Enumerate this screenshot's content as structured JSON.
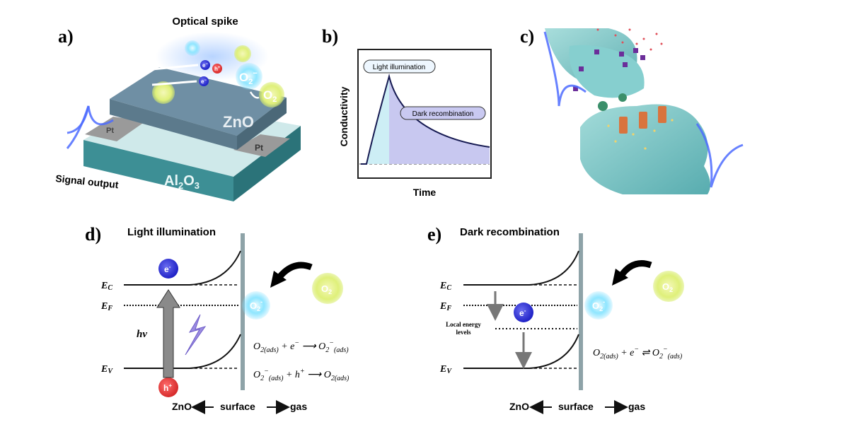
{
  "panels": {
    "a": {
      "label": "a)",
      "title": "Optical spike",
      "signal": "Signal output",
      "zno": "ZnO",
      "pt_left": "Pt",
      "pt_right": "Pt",
      "al": "Al",
      "al_sub": "2",
      "al_o": "O",
      "al_o_sub": "3",
      "o2": "O",
      "o2_sub": "2",
      "o2minus": "O",
      "o2minus_sub": "2",
      "o2minus_sup": "−",
      "e": "e",
      "e_sup": "−",
      "h": "h",
      "h_sup": "+"
    },
    "b": {
      "label": "b)",
      "ylabel": "Conductivity",
      "xlabel": "Time",
      "light": "Light illumination",
      "dark": "Dark recombination"
    },
    "c": {
      "label": "c)"
    },
    "d": {
      "label": "d)",
      "title": "Light illumination",
      "ec": "E",
      "ec_sub": "C",
      "ef": "E",
      "ef_sub": "F",
      "ev": "E",
      "ev_sub": "V",
      "hv": "hν",
      "electron": "e",
      "electron_sup": "-",
      "hole": "h",
      "hole_sup": "+",
      "o2": "O",
      "o2_sub": "2",
      "o2minus": "O",
      "o2minus_sub": "2",
      "o2minus_sup": "-",
      "eq1": {
        "a": "O",
        "a_sub": "2(ads)",
        "plus": " + e",
        "plus_sup": "−",
        "arrow": " ⟶ O",
        "b_sub": "2",
        "b_sup": "−",
        "b_sub2": "(ads)"
      },
      "eq2": {
        "a": "O",
        "a_sub": "2",
        "a_sup": "−",
        "a_sub2": "(ads)",
        "plus": " + h",
        "plus_sup": "+",
        "arrow": " ⟶ O",
        "b_sub": "2(ads)"
      },
      "axis_left": "ZnO",
      "axis_mid": "surface",
      "axis_right": "gas"
    },
    "e": {
      "label": "e)",
      "title": "Dark recombination",
      "ec": "E",
      "ec_sub": "C",
      "ef": "E",
      "ef_sub": "F",
      "ev": "E",
      "ev_sub": "V",
      "local1": "Local energy",
      "local2": "levels",
      "electron": "e",
      "electron_sup": "-",
      "o2": "O",
      "o2_sub": "2",
      "o2minus": "O",
      "o2minus_sub": "2",
      "o2minus_sup": "-",
      "eq": {
        "a": "O",
        "a_sub": "2(ads)",
        "plus": " + e",
        "plus_sup": "−",
        "arrow": " ⇌ O",
        "b_sub": "2",
        "b_sup": "−",
        "b_sub2": "(ads)"
      },
      "axis_left": "ZnO",
      "axis_mid": "surface",
      "axis_right": "gas"
    }
  }
}
